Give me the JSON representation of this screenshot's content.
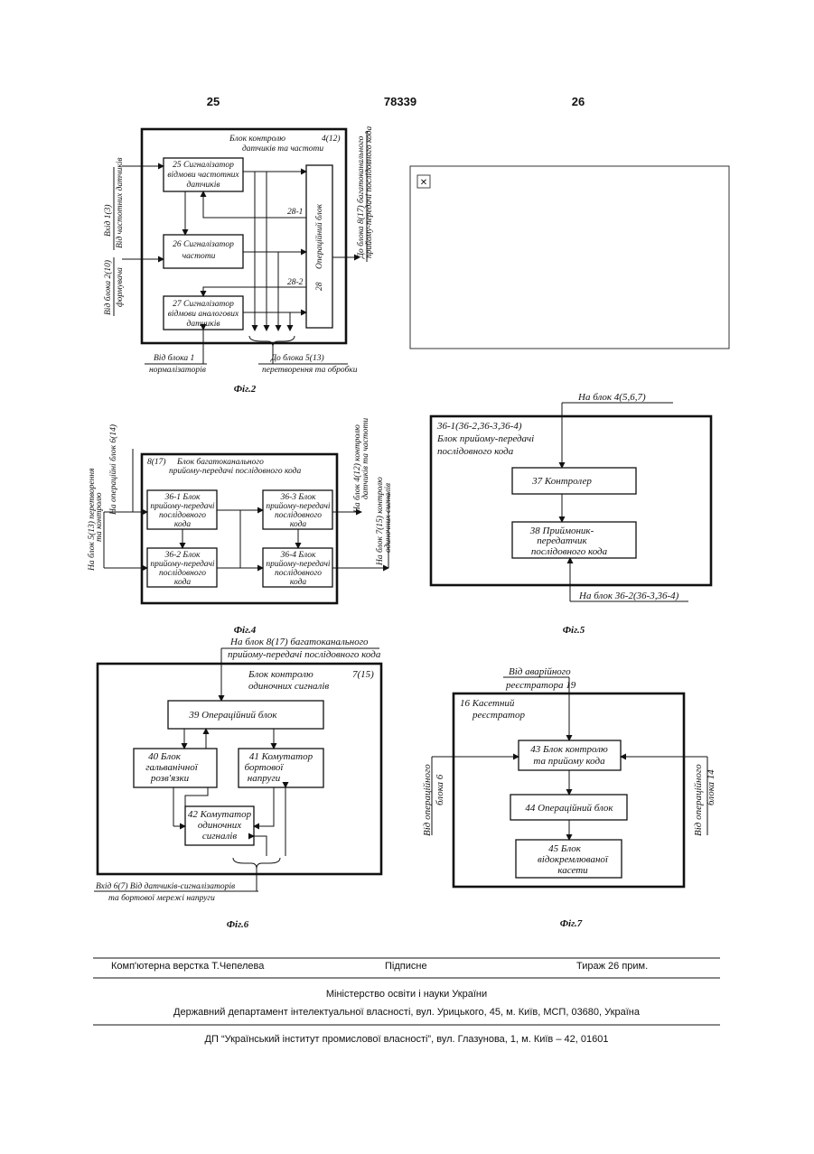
{
  "header": {
    "left_page": "25",
    "patent_no": "78339",
    "right_page": "26"
  },
  "fig2": {
    "title_l1": "Блок контролю",
    "title_num": "4(12)",
    "title_l2": "датчиків та частоти",
    "b25_l1": "25  Сигналізатор",
    "b25_l2": "відмови частотних",
    "b25_l3": "датчиків",
    "b26_l1": "26  Сигналізатор",
    "b26_l2": "частоти",
    "b27_l1": "27  Сигналізатор",
    "b27_l2": "відмови аналогових",
    "b27_l3": "датчиків",
    "op_label": "Операційний блок",
    "op_num": "28",
    "w281": "28-1",
    "w282": "28-2",
    "in1_l1": "Вхід 1(3)",
    "in1_l2": "Від частотних датчиків",
    "in2_l1": "Від блока 2(10)",
    "in2_l2": "формувача",
    "out_l1": "До блока 8(17) багатоканального",
    "out_l2": "прийому-передачі послідовного кода",
    "bot1_l1": "Від блока 1",
    "bot1_l2": "нормалізаторів",
    "bot2_l1": "До блока 5(13)",
    "bot2_l2": "перетворення та обробки",
    "caption": "Фіг.2"
  },
  "placeholder": {
    "icon": "broken-image-icon",
    "glyph": "✕"
  },
  "fig4": {
    "title_num": "8(17)",
    "title_l1": "Блок багатоканального",
    "title_l2": "прийому-передачі послідовного кода",
    "b361_l1": "36-1    Блок",
    "b361_l2": "прийому-передачі",
    "b361_l3": "послідовного",
    "b361_l4": "кода",
    "b363_l1": "36-3    Блок",
    "b363_l2": "прийому-передачі",
    "b363_l3": "послідовного",
    "b363_l4": "кода",
    "b362_l1": "36-2    Блок",
    "b362_l2": "прийому-передачі",
    "b362_l3": "послідовного",
    "b362_l4": "кода",
    "b364_l1": "36-4    Блок",
    "b364_l2": "прийому-передачі",
    "b364_l3": "послідовного",
    "b364_l4": "кода",
    "left1_l1": "На блок 5(13) перетворення",
    "left1_l2": "та контролю",
    "left2": "На операційні блок 6(14)",
    "right1_l1": "На блок 4(12) контролю",
    "right1_l2": "датчиків та частоти",
    "right2_l1": "На блок 7(15) контролю",
    "right2_l2": "одиночних сигналів",
    "caption": "Фіг.4"
  },
  "fig5": {
    "top": "На блок  4(5,6,7)",
    "title_l1": "36-1(36-2,36-3,36-4)",
    "title_l2": "Блок прийому-передачі",
    "title_l3": "послідовного кода",
    "b37": "37          Контролер",
    "b38_l1": "38      Приймоник-",
    "b38_l2": "передатчик",
    "b38_l3": "послідовного кода",
    "bottom": "На блок 36-2(36-3,36-4)",
    "caption": "Фіг.5"
  },
  "fig6": {
    "top_l1": "На блок 8(17) багатоканального",
    "top_l2": "прийому-передачі послідовного кода",
    "title_l1": "Блок контролю",
    "title_num": "7(15)",
    "title_l2": "одиночних сигналів",
    "b39": "39   Операційний блок",
    "b40_l1": "40   Блок",
    "b40_l2": "гальванічної",
    "b40_l3": "розв'язки",
    "b41_l1": "41  Комутатор",
    "b41_l2": "бортової",
    "b41_l3": "напруги",
    "b42_l1": "42  Комутатор",
    "b42_l2": "одиночних",
    "b42_l3": "сигналів",
    "bot_l1": "Вхід 6(7)  Від датчиків-сигналізаторів",
    "bot_l2": "та бортової мережі напруги",
    "caption": "Фіг.6"
  },
  "fig7": {
    "top_l1": "Від аварійного",
    "top_l2": "реєстратора 19",
    "title_l1": "16  Касетний",
    "title_l2": "реєстратор",
    "b43_l1": "43  Блок контролю",
    "b43_l2": "та прийому кода",
    "b44": "44     Операційний блок",
    "b45_l1": "45         Блок",
    "b45_l2": "відокремлюваної",
    "b45_l3": "касети",
    "left_l1": "Від операційного",
    "left_l2": "блока 6",
    "right_l1": "Від операційного",
    "right_l2": "блока 14",
    "caption": "Фіг.7"
  },
  "footer": {
    "layout": "Комп'ютерна верстка Т.Чепелева",
    "signed": "Підписне",
    "circulation": "Тираж 26 прим.",
    "ministry": "Міністерство освіти і науки України",
    "dept": "Державний департамент інтелектуальної власності, вул. Урицького, 45, м. Київ, МСП, 03680, Україна",
    "institute": "ДП “Український інститут промислової власності”, вул. Глазунова, 1, м. Київ – 42, 01601"
  }
}
